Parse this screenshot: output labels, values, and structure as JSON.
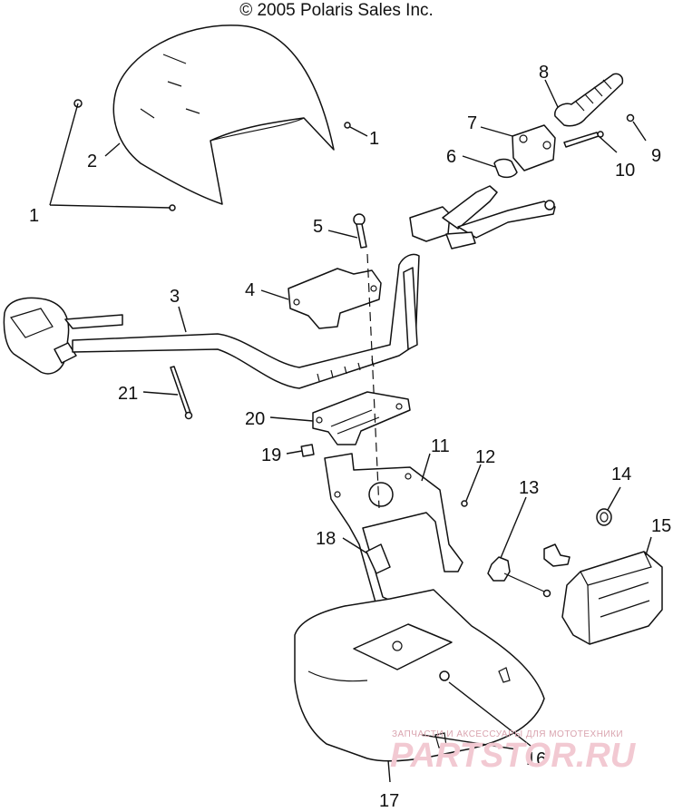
{
  "header": {
    "copyright": "© 2005 Polaris Sales Inc."
  },
  "callouts": {
    "c1a": "1",
    "c1b": "1",
    "c2": "2",
    "c3": "3",
    "c4": "4",
    "c5": "5",
    "c6": "6",
    "c7": "7",
    "c8": "8",
    "c9": "9",
    "c10": "10",
    "c11": "11",
    "c12": "12",
    "c13": "13",
    "c14": "14",
    "c15": "15",
    "c16": "16",
    "c17": "17",
    "c18": "18",
    "c19": "19",
    "c20": "20",
    "c21": "21"
  },
  "watermark": {
    "subtitle": "ЗАПЧАСТИ И АКСЕССУАРЫ ДЛЯ МОТОТЕХНИКИ",
    "brand": "PARTSTOR.RU"
  }
}
